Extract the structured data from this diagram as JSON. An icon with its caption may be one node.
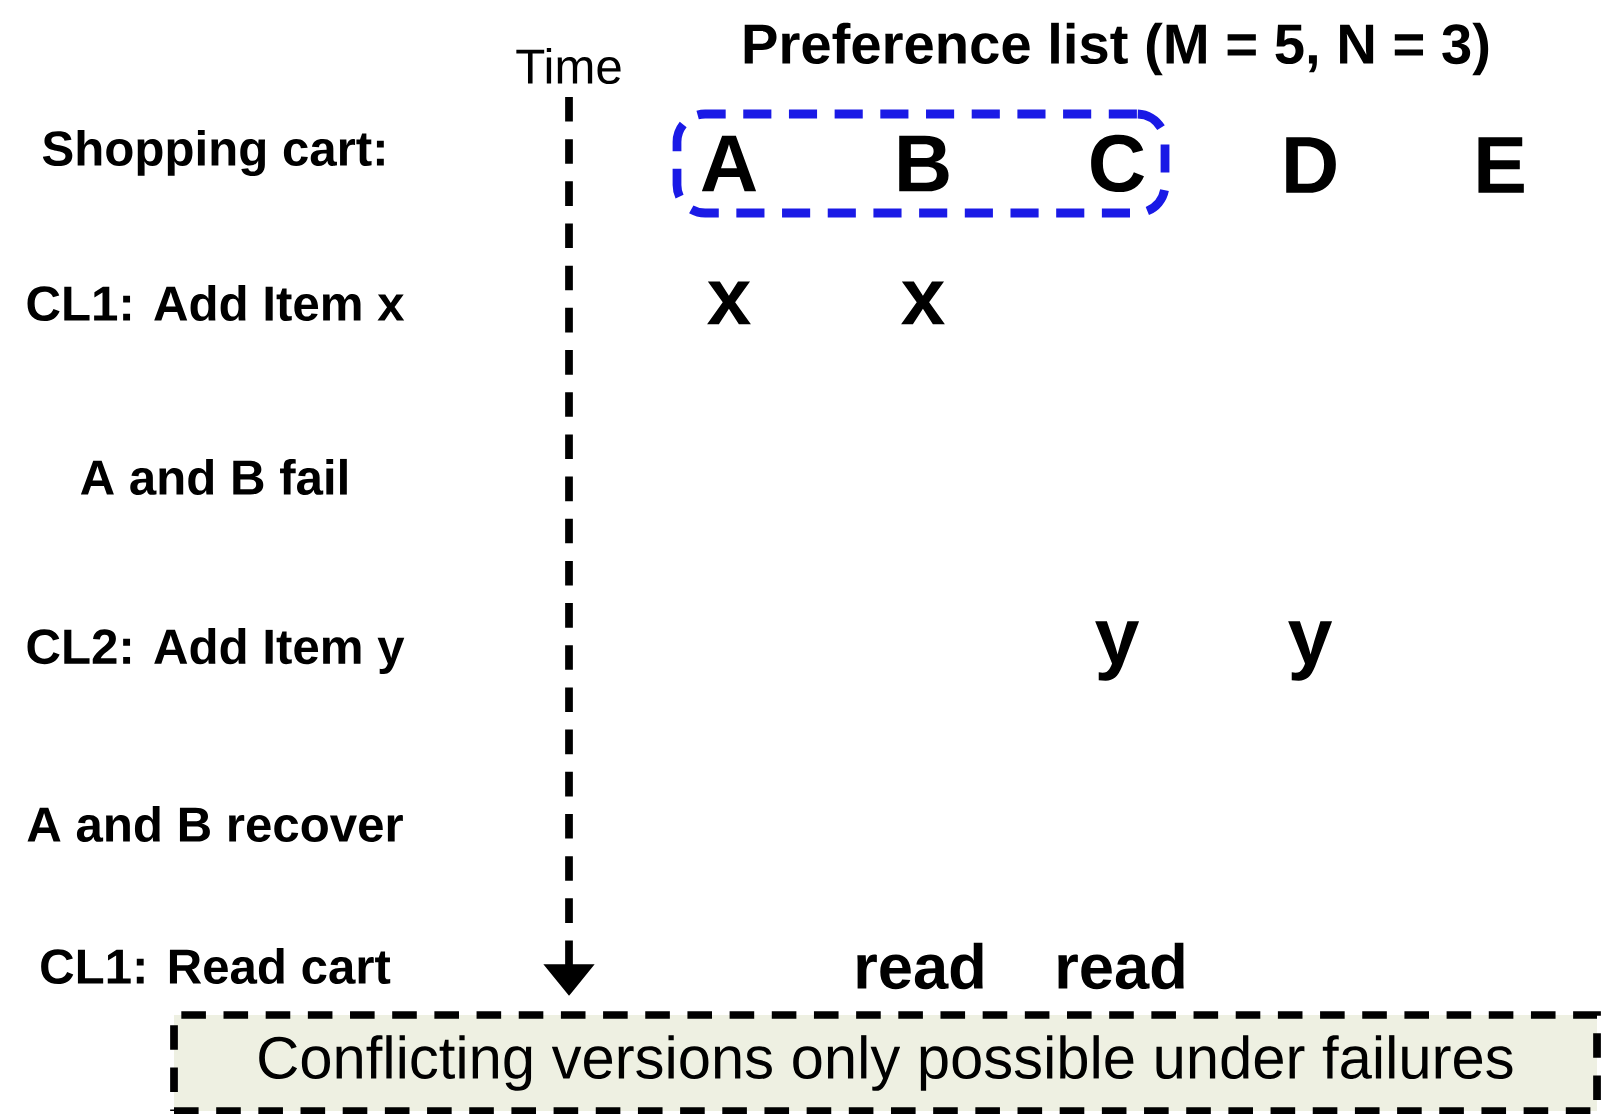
{
  "diagram": {
    "title": "Preference list (M = 5, N = 3)",
    "nodes": [
      {
        "text": [],
        "shape": "box"
      },
      {
        "text": [
          "A"
        ],
        "in": 0
      },
      {
        "text": [
          "B"
        ],
        "in": 0
      },
      {
        "text": [
          "C"
        ],
        "in": 0
      },
      {
        "text": [
          "D"
        ]
      },
      {
        "text": [
          "E"
        ]
      },
      {
        "text": [
          "Conflicting versions only possible under failures"
        ]
      }
    ],
    "edges": [],
    "labels": [
      "Time",
      "Shopping cart:",
      "CL1: Add Item x",
      "x",
      "x",
      "A and B fail",
      "CL2: Add Item y",
      "y",
      "y",
      "A and B recover",
      "CL1: Read cart",
      "read",
      "read"
    ]
  }
}
